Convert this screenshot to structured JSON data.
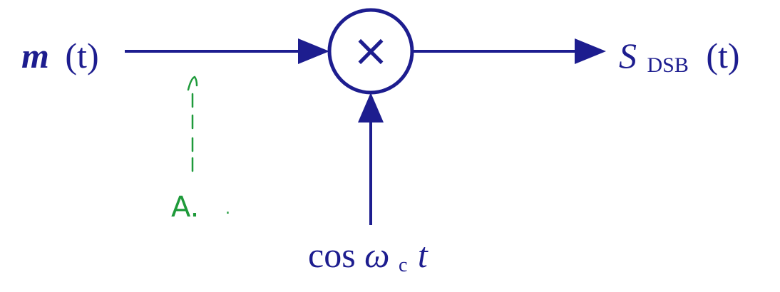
{
  "diagram": {
    "input_signal": {
      "main": "m",
      "arg": "(t)"
    },
    "multiplier_symbol": "×",
    "carrier_signal": {
      "prefix": "cos",
      "omega": "ω",
      "subscript": "c",
      "suffix": "t"
    },
    "output_signal": {
      "main": "S",
      "subscript": "DSB",
      "arg": "(t)"
    },
    "annotation": {
      "text": "A.",
      "trailing_mark": "."
    },
    "colors": {
      "line": "#1d1d8f",
      "annotation": "#1e9a3a",
      "background": "#ffffff"
    }
  }
}
